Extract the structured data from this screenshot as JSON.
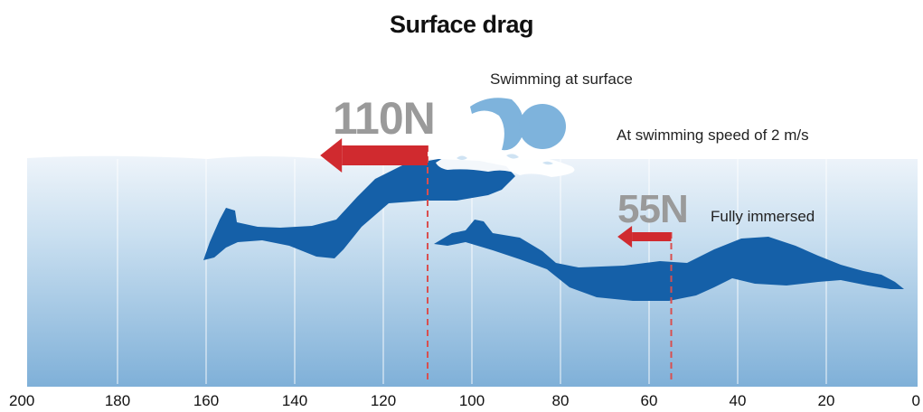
{
  "title": "Surface drag",
  "chart_data": {
    "type": "bar",
    "title": "Surface drag",
    "x_axis": {
      "min": 0,
      "max": 200,
      "reversed": true,
      "ticks": [
        200,
        180,
        160,
        140,
        120,
        100,
        80,
        60,
        40,
        20,
        0
      ]
    },
    "grid": true,
    "series": [
      {
        "label": "Swimming at surface",
        "force_label": "110N",
        "value": 110,
        "color": "#d02a2f"
      },
      {
        "label": "Fully immersed",
        "force_label": "55N",
        "value": 55,
        "color": "#d02a2f"
      }
    ],
    "annotations": [
      "At swimming speed of 2 m/s"
    ]
  },
  "colors": {
    "water_top": "#eef4fa",
    "water_bottom": "#7fb0d8",
    "swimmer": "#1560a8",
    "swimmer_head": "#7eb3dc",
    "arrow": "#d02a2f",
    "force_text": "#9a9a9a",
    "gridline": "#ffffff",
    "dashed_line": "#d94f4f"
  }
}
